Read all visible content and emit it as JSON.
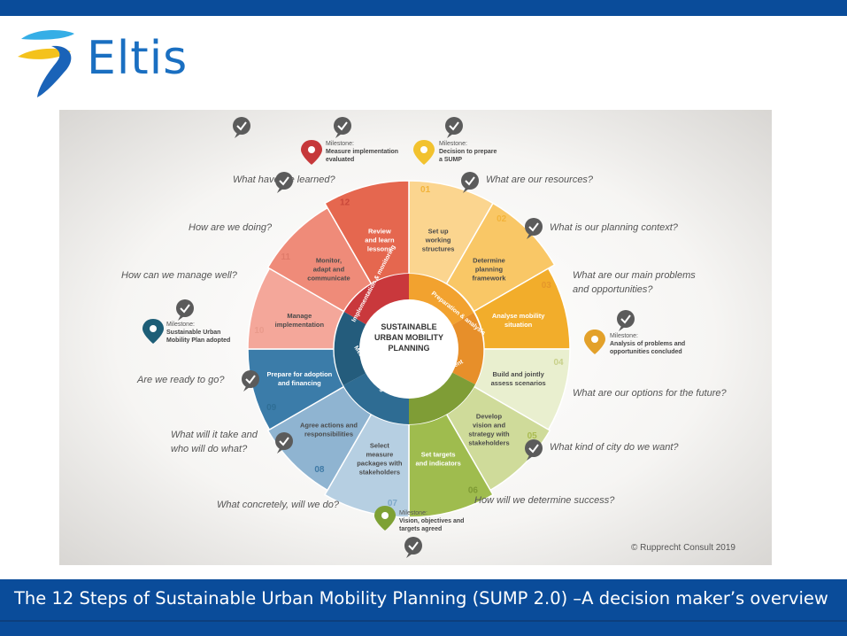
{
  "logo": {
    "text": "Eltis"
  },
  "center": {
    "line1": "SUSTAINABLE",
    "line2": "URBAN MOBILITY",
    "line3": "PLANNING"
  },
  "phases": {
    "preparation": "Preparation & analysis",
    "strategy": "Strategy development",
    "measure": "Measure planning",
    "implementation": "Implementation & monitoring"
  },
  "steps": [
    {
      "num": "01",
      "l1": "Set up",
      "l2": "working",
      "l3": "structures",
      "question": "What are our resources?"
    },
    {
      "num": "02",
      "l1": "Determine",
      "l2": "planning",
      "l3": "framework",
      "question": "What is our planning context?"
    },
    {
      "num": "03",
      "l1": "Analyse mobility",
      "l2": "situation",
      "l3": "",
      "question1": "What are our main problems",
      "question2": "and opportunities?"
    },
    {
      "num": "04",
      "l1": "Build and jointly",
      "l2": "assess scenarios",
      "l3": "",
      "question": "What are our options for the future?"
    },
    {
      "num": "05",
      "l1": "Develop",
      "l2": "vision and",
      "l3": "strategy with",
      "l4": "stakeholders",
      "question": "What kind of city do we want?"
    },
    {
      "num": "06",
      "l1": "Set targets",
      "l2": "and indicators",
      "l3": "",
      "question": "How will we determine success?"
    },
    {
      "num": "07",
      "l1": "Select",
      "l2": "measure",
      "l3": "packages with",
      "l4": "stakeholders",
      "question": "What concretely, will we do?"
    },
    {
      "num": "08",
      "l1": "Agree actions and",
      "l2": "responsibilities",
      "l3": "",
      "question1": "What will it take and",
      "question2": "who will do what?"
    },
    {
      "num": "09",
      "l1": "Prepare for adoption",
      "l2": "and financing",
      "l3": "",
      "question": "Are we ready to go?"
    },
    {
      "num": "10",
      "l1": "Manage",
      "l2": "implementation",
      "l3": "",
      "question": "How can we manage well?"
    },
    {
      "num": "11",
      "l1": "Monitor,",
      "l2": "adapt and",
      "l3": "communicate",
      "question": "How are we doing?"
    },
    {
      "num": "12",
      "l1": "Review",
      "l2": "and learn",
      "l3": "lessons",
      "question": "What have we learned?"
    }
  ],
  "milestones": [
    {
      "label": "Milestone:",
      "l1": "Decision to prepare",
      "l2": "a SUMP",
      "color": "#f2c22e"
    },
    {
      "label": "Milestone:",
      "l1": "Analysis of problems and",
      "l2": "opportunities concluded",
      "color": "#e3a12a"
    },
    {
      "label": "Milestone:",
      "l1": "Vision, objectives and",
      "l2": "targets agreed",
      "color": "#7ea135"
    },
    {
      "label": "Milestone:",
      "l1": "Sustainable Urban",
      "l2": "Mobility Plan adopted",
      "color": "#1d5e77"
    },
    {
      "label": "Milestone:",
      "l1": "Measure implementation",
      "l2": "evaluated",
      "color": "#c6383a"
    }
  ],
  "copyright": "© Rupprecht Consult 2019",
  "footer": {
    "caption": "The 12 Steps of Sustainable Urban Mobility Planning (SUMP 2.0) –A decision maker’s overview"
  },
  "colors": {
    "brand_blue": "#0a4c9a",
    "preparation": "#f2b33a",
    "strategy": "#8ca73c",
    "measure": "#2f6e95",
    "implementation": "#d9483f"
  }
}
